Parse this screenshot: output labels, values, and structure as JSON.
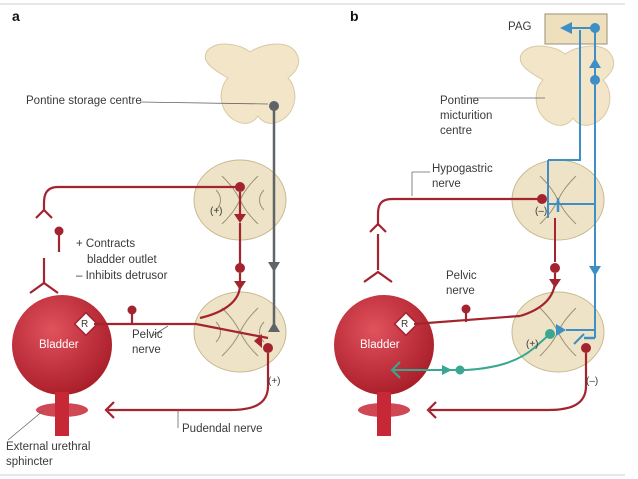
{
  "panels": {
    "a": "a",
    "b": "b"
  },
  "labels_a": {
    "pontine_storage": "Pontine storage centre",
    "contracts_1": "+ Contracts",
    "contracts_2": "bladder outlet",
    "inhibits": "– Inhibits detrusor",
    "plus_spinal": "(+)",
    "bladder": "Bladder",
    "receptor": "R",
    "pelvic_1": "Pelvic",
    "pelvic_2": "nerve",
    "plus_sacral": "(+)",
    "pudendal": "Pudendal nerve",
    "sphincter_1": "External urethral",
    "sphincter_2": "sphincter"
  },
  "labels_b": {
    "pag": "PAG",
    "pontine_1": "Pontine",
    "pontine_2": "micturition",
    "pontine_3": "centre",
    "hypogastric_1": "Hypogastric",
    "hypogastric_2": "nerve",
    "minus_spinal": "(–)",
    "pelvic_1": "Pelvic",
    "pelvic_2": "nerve",
    "bladder": "Bladder",
    "receptor": "R",
    "plus_sacral": "(+)",
    "minus_sacral": "(–)"
  },
  "colors": {
    "red_nerve": "#a3232f",
    "blue_nerve": "#3d8fc6",
    "green_nerve": "#3aa890",
    "grey_pathway": "#5e6468",
    "cord_fill": "#eee3c6",
    "bladder_fill": "#c72836"
  }
}
